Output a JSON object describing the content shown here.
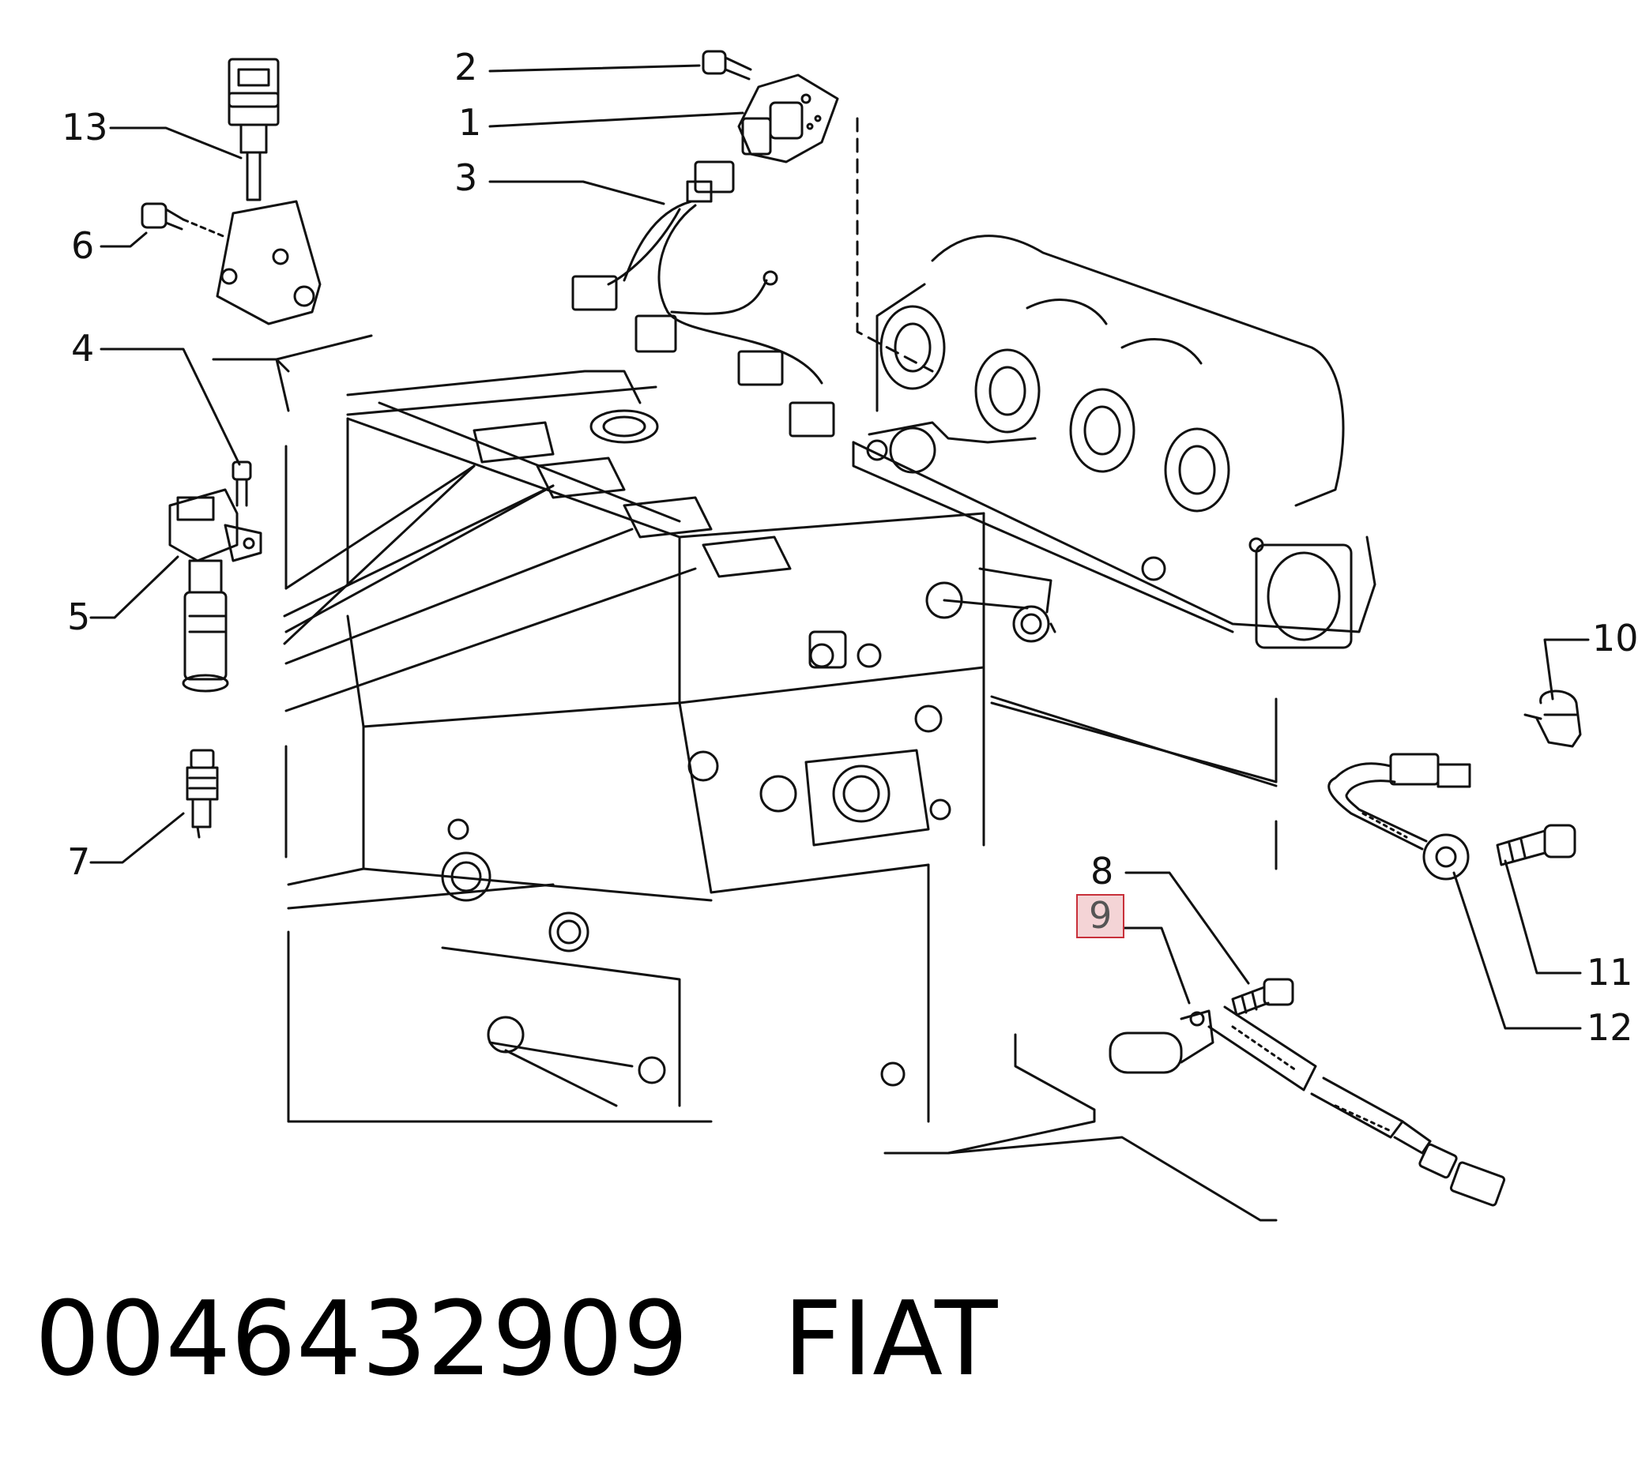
{
  "callouts": {
    "c1": "1",
    "c2": "2",
    "c3": "3",
    "c4": "4",
    "c5": "5",
    "c6": "6",
    "c7": "7",
    "c8": "8",
    "c9": "9",
    "c10": "10",
    "c11": "11",
    "c12": "12",
    "c13": "13"
  },
  "highlighted_callout": "9",
  "footer": {
    "part_number": "0046432909",
    "brand": "FIAT"
  },
  "colors": {
    "line": "#111111",
    "highlight_border": "#c8303a",
    "highlight_fill": "#f4d4d6"
  }
}
